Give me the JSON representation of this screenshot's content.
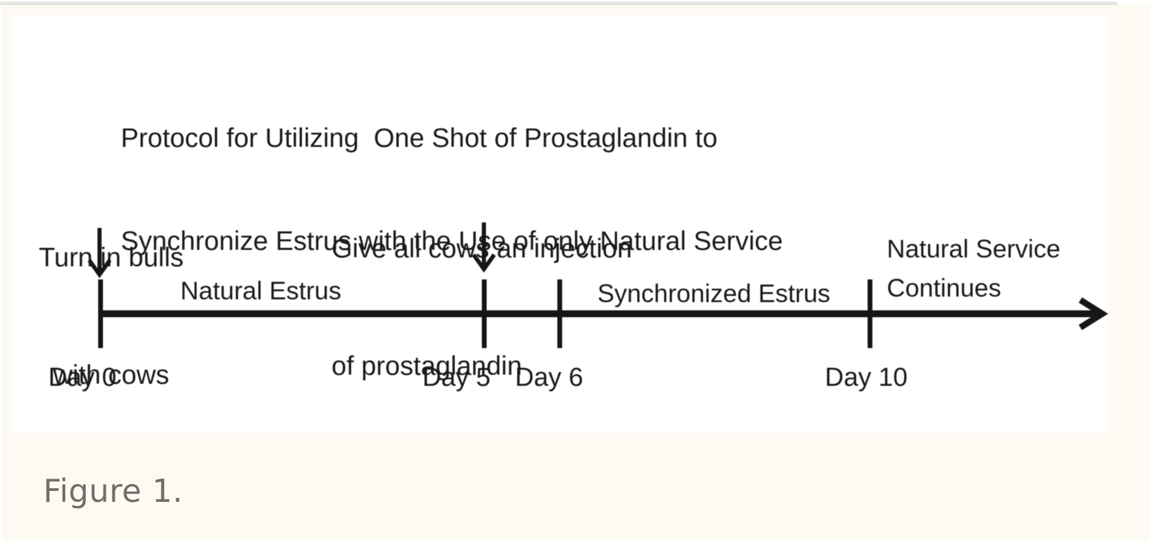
{
  "page": {
    "caption": "Figure 1."
  },
  "colors": {
    "page_background": "#fcfaf3",
    "figure_background": "#ffffff",
    "ink": "#1a1a1a",
    "caption_gray": "#6f6e67",
    "top_rule_gray": "#e9e8e6"
  },
  "figure": {
    "title_line1": "Protocol for Utilizing  One Shot of Prostaglandin to",
    "title_line2": "Synchronize Estrus with the Use of only Natural Service",
    "event_annotations": [
      {
        "lines": [
          "Turn in bulls",
          "with cows"
        ],
        "at_day": 0
      },
      {
        "lines": [
          "Give all cows an injection",
          "of prostaglandin"
        ],
        "at_day": 5
      }
    ],
    "timeline": {
      "type": "timeline",
      "unit": "days",
      "direction": "left-to-right",
      "ticks": [
        {
          "label": "Day 0",
          "day": 0
        },
        {
          "label": "Day 5",
          "day": 5
        },
        {
          "label": "Day 6",
          "day": 6
        },
        {
          "label": "Day 10",
          "day": 10
        }
      ],
      "segment_labels": [
        {
          "label": "Natural Estrus",
          "from_day": 0,
          "to_day": 5
        },
        {
          "label": "Synchronized Estrus",
          "from_day": 6,
          "to_day": 10
        }
      ],
      "after_label": {
        "line1": "Natural Service",
        "line2": "Continues"
      }
    }
  }
}
